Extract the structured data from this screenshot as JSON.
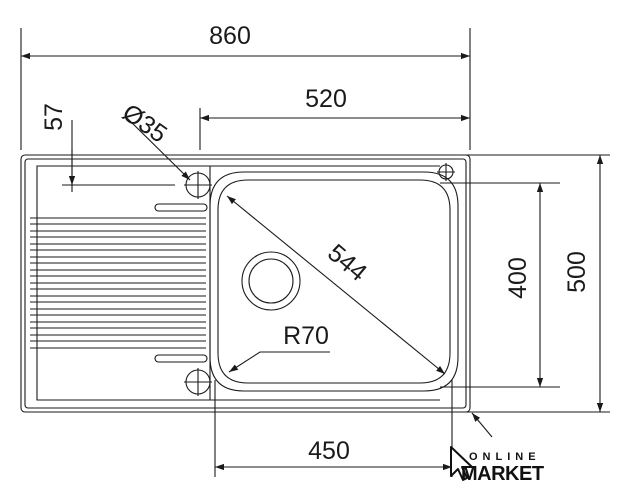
{
  "dimensions": {
    "overall_width": "860",
    "bowl_offset_width": "520",
    "drain_offset": "57",
    "tap_hole_diameter": "Ø35",
    "diagonal": "544",
    "corner_radius": "R70",
    "inner_height": "400",
    "overall_height": "500",
    "bowl_width": "450"
  },
  "logo": {
    "line1": "ONLINE",
    "line2": "MARKET"
  },
  "colors": {
    "line": "#1a1a1a",
    "background": "#ffffff"
  }
}
